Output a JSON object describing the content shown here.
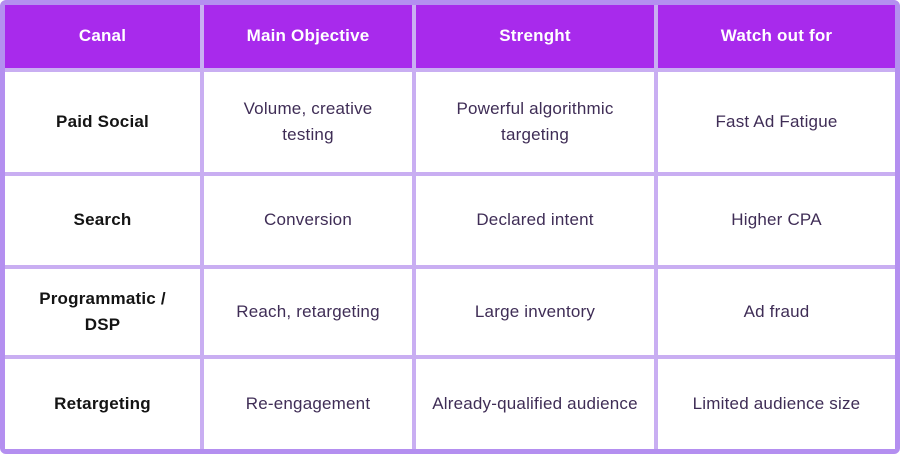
{
  "table": {
    "columns": [
      {
        "label": "Canal"
      },
      {
        "label": "Main Objective"
      },
      {
        "label": "Strenght"
      },
      {
        "label": "Watch out for"
      }
    ],
    "rows": [
      {
        "canal": "Paid Social",
        "objective": "Volume, creative testing",
        "strength": "Powerful algorithmic targeting",
        "watch": "Fast Ad Fatigue"
      },
      {
        "canal": "Search",
        "objective": "Conversion",
        "strength": "Declared intent",
        "watch": "Higher CPA"
      },
      {
        "canal": "Programmatic / DSP",
        "objective": "Reach, retargeting",
        "strength": "Large inventory",
        "watch": "Ad fraud"
      },
      {
        "canal": "Retargeting",
        "objective": "Re-engagement",
        "strength": "Already-qualified audience",
        "watch": "Limited audience size"
      }
    ],
    "colors": {
      "header_bg": "#a82aec",
      "border_inner": "#c9aef2",
      "border_outer": "#b48ff0",
      "body_text": "#3f2d56",
      "canal_text": "#141414",
      "header_text": "#ffffff",
      "cell_bg": "#ffffff"
    }
  }
}
